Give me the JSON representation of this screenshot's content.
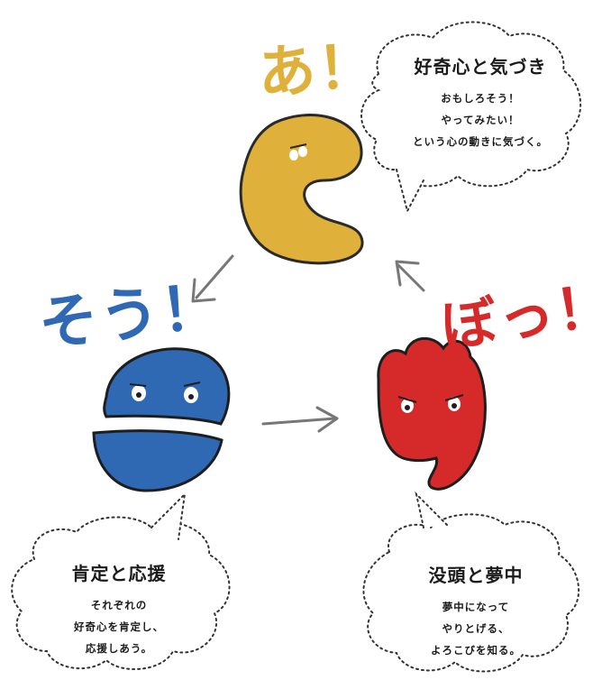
{
  "stages": [
    {
      "id": "a",
      "exclaim": "あ！",
      "color": "#e0b13a",
      "title": "好奇心と気づき",
      "lines": [
        "おもしろそう！",
        "やってみたい！",
        "という心の動きに気づく。"
      ]
    },
    {
      "id": "sou",
      "exclaim": "そう！",
      "color": "#2f68b3",
      "title": "肯定と応援",
      "lines": [
        "それぞれの",
        "好奇心を肯定し、",
        "応援しあう。"
      ]
    },
    {
      "id": "bo",
      "exclaim": "ぼっ！",
      "color": "#d62a2a",
      "title": "没頭と夢中",
      "lines": [
        "夢中になって",
        "やりとげる、",
        "よろこびを知る。"
      ]
    }
  ]
}
